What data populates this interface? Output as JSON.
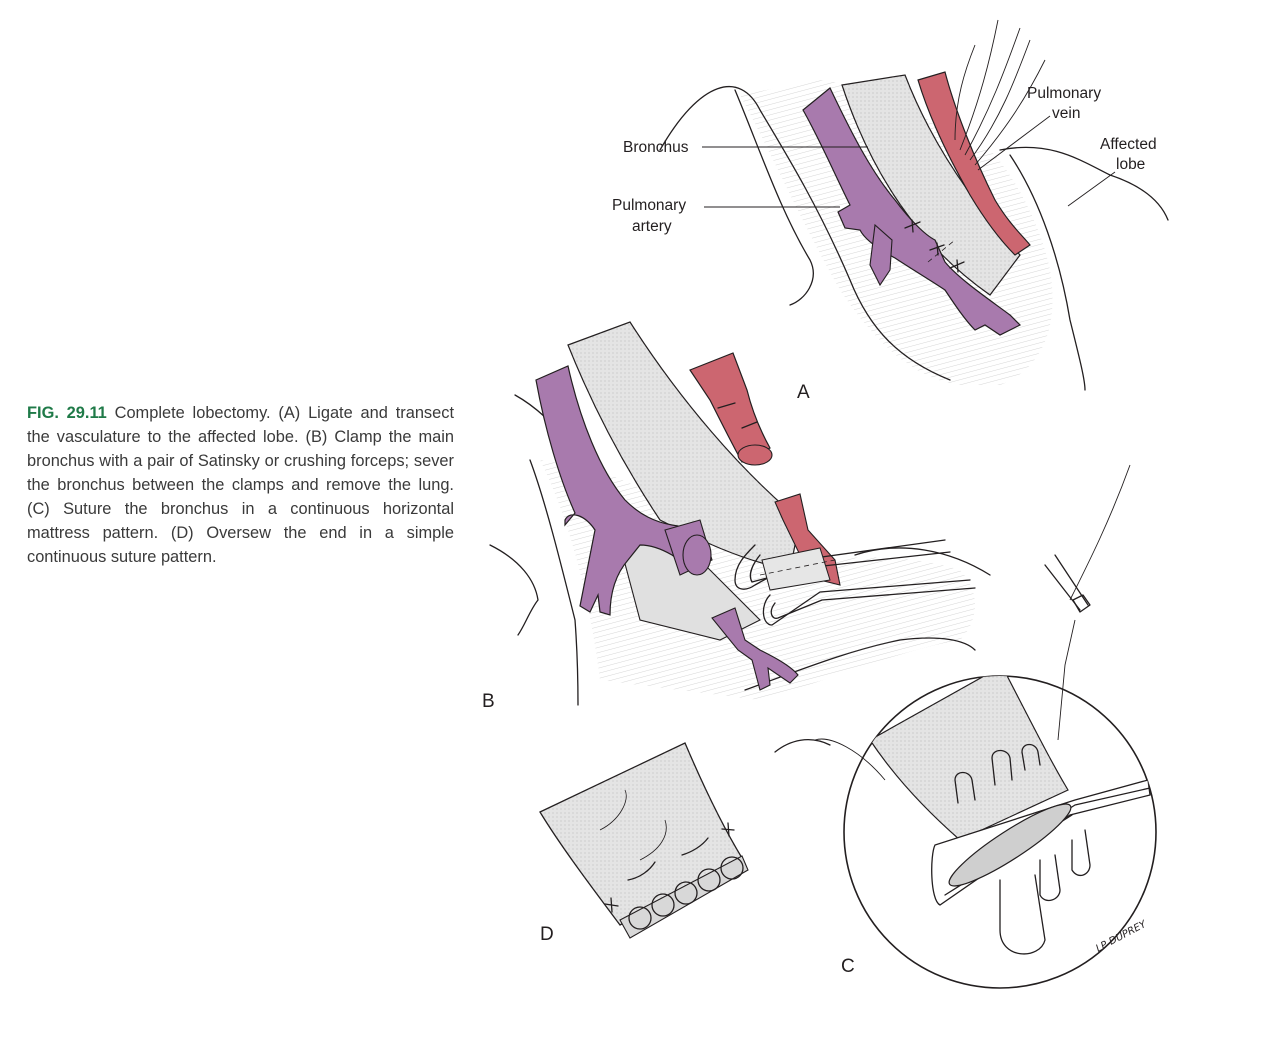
{
  "caption": {
    "figure_number": "FIG. 29.11",
    "text": " Complete lobectomy. (A) Ligate and transect the vasculature to the affected lobe. (B) Clamp the main bronchus with a pair of Satinsky or crushing forceps; sever the bronchus between the clamps and remove the lung. (C) Suture the bronchus in a continuous horizontal mattress pattern. (D) Oversew the end in a simple continuous suture pattern."
  },
  "labels": {
    "bronchus": "Bronchus",
    "pulmonary_artery_line1": "Pulmonary",
    "pulmonary_artery_line2": "artery",
    "pulmonary_vein_line1": "Pulmonary",
    "pulmonary_vein_line2": "vein",
    "affected_lobe_line1": "Affected",
    "affected_lobe_line2": "lobe"
  },
  "panels": {
    "a": "A",
    "b": "B",
    "c": "C",
    "d": "D"
  },
  "signature": "LP DUPREY",
  "colors": {
    "artery": "#a87aad",
    "vein": "#cc6670",
    "bronchus": "#e4e4e4",
    "caption_accent": "#1f7a48"
  }
}
